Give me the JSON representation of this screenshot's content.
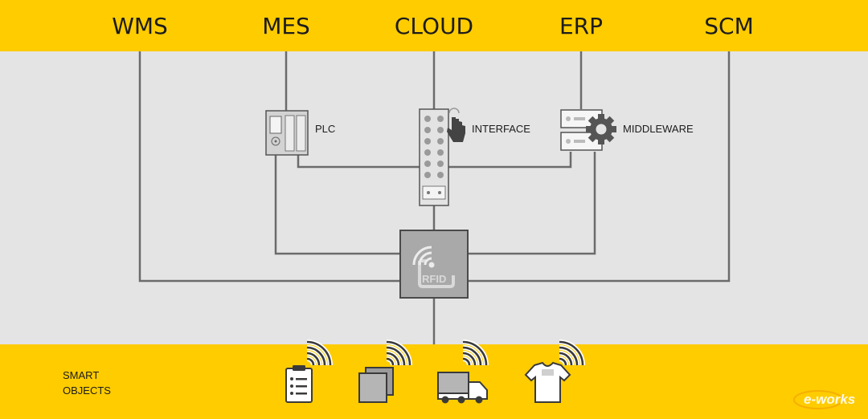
{
  "systems": [
    {
      "id": "wms",
      "label": "WMS"
    },
    {
      "id": "mes",
      "label": "MES"
    },
    {
      "id": "cloud",
      "label": "CLOUD"
    },
    {
      "id": "erp",
      "label": "ERP"
    },
    {
      "id": "scm",
      "label": "SCM"
    }
  ],
  "devices": {
    "plc": {
      "label": "PLC"
    },
    "interface": {
      "label": "INTERFACE"
    },
    "middleware": {
      "label": "MIDDLEWARE"
    },
    "rfid": {
      "label": "RFID"
    }
  },
  "smart_objects": {
    "line1": "SMART",
    "line2": "OBJECTS",
    "items": [
      {
        "icon": "clipboard-icon"
      },
      {
        "icon": "box-icon"
      },
      {
        "icon": "truck-icon"
      },
      {
        "icon": "tshirt-icon"
      }
    ]
  },
  "watermark": "e-works",
  "colors": {
    "band": "#ffcc00",
    "background": "#e4e4e4",
    "line": "#6b6b6b",
    "device_fill": "#d3d3d3",
    "rfid_fill": "#a9a9a9"
  }
}
